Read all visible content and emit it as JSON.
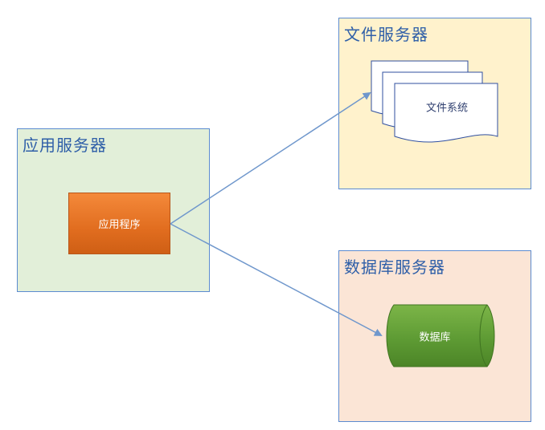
{
  "servers": {
    "app": {
      "title": "应用服务器"
    },
    "file": {
      "title": "文件服务器"
    },
    "db": {
      "title": "数据库服务器"
    }
  },
  "nodes": {
    "app_program": "应用程序",
    "file_system": "文件系统",
    "database": "数据库"
  },
  "colors": {
    "box_border": "#5b8bd0",
    "title_text": "#2f5fa8",
    "app_server_fill": "#e2efd9",
    "file_server_fill": "#fff2cc",
    "db_server_fill": "#fbe5d6",
    "app_program_fill": "#e16d1f",
    "database_fill": "#5e9b34",
    "arrow": "#6f97cc"
  }
}
